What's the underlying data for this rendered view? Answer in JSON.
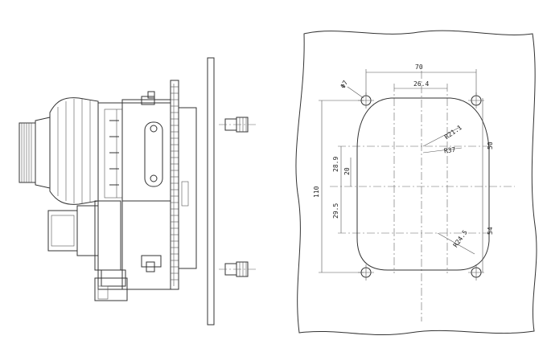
{
  "diagram": {
    "views": [
      "side-view",
      "mounting-cutout-view"
    ],
    "dimensions": {
      "hole_diameter": "Φ7",
      "hole_spacing_width": "70",
      "cutout_top_width": "26.4",
      "corner_radius_small": "R21.1",
      "inner_radius": "R37",
      "upper_height": "50",
      "upper_offset": "28.9",
      "center_offset": "20",
      "lower_offset": "29.5",
      "overall_height": "110",
      "lower_height": "54",
      "corner_radius_large": "R24.5"
    }
  }
}
